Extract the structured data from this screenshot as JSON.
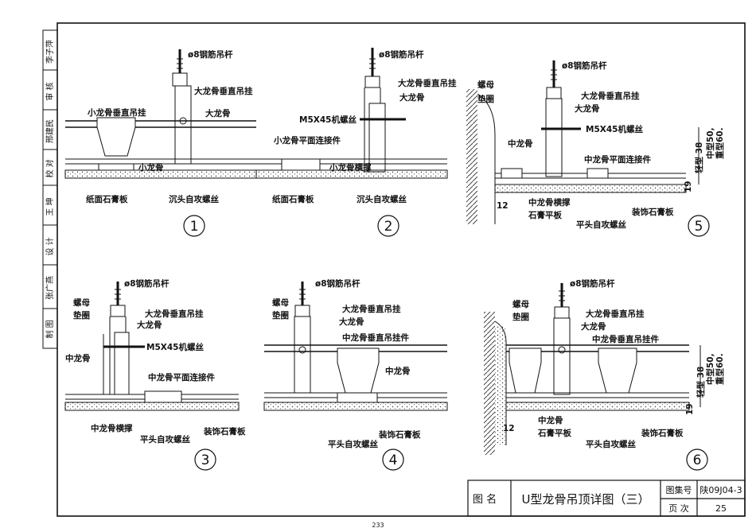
{
  "sidebar": {
    "rows": [
      {
        "role": "李子萍",
        "sign": "李子萍"
      },
      {
        "role": "审 核",
        "sign": ""
      },
      {
        "role": "邢建民",
        "sign": "邢建民"
      },
      {
        "role": "校 对",
        "sign": ""
      },
      {
        "role": "王 坤",
        "sign": "王坤"
      },
      {
        "role": "设 计",
        "sign": ""
      },
      {
        "role": "张广燕",
        "sign": "张广燕"
      },
      {
        "role": "制 图",
        "sign": ""
      }
    ]
  },
  "labels": {
    "rod": "ø8钢筋吊杆",
    "main_hanger": "大龙骨垂直吊挂",
    "main_keel": "大龙骨",
    "small_hanger": "小龙骨垂直吊挂",
    "small_keel": "小龙骨",
    "small_connector": "小龙骨平面连接件",
    "small_brace": "小龙骨横撑",
    "paper_gypsum": "纸面石膏板",
    "countersunk_screw": "沉头自攻螺丝",
    "bolt": "M5X45机螺丝",
    "nut": "螺母",
    "washer": "垫圈",
    "mid_keel": "中龙骨",
    "mid_connector": "中龙骨平面连接件",
    "mid_brace": "中龙骨横撑",
    "gypsum_flat": "石膏平板",
    "flat_screw": "平头自攻螺丝",
    "deco_gypsum": "装饰石膏板",
    "mid_hanger": "中龙骨垂直吊挂件",
    "light_38": "轻型 38",
    "mid_50": "中型50,",
    "heavy_60": "重型60.",
    "dim_19": "19",
    "dim_12": "12"
  },
  "figures": [
    "1",
    "2",
    "3",
    "4",
    "5",
    "6"
  ],
  "title_block": {
    "name_label": "图  名",
    "title": "U型龙骨吊顶详图（三）",
    "atlas_label": "图集号",
    "atlas_no": "陕09J04-3",
    "page_label": "页  次",
    "page_no": "25"
  },
  "page_number": "233"
}
